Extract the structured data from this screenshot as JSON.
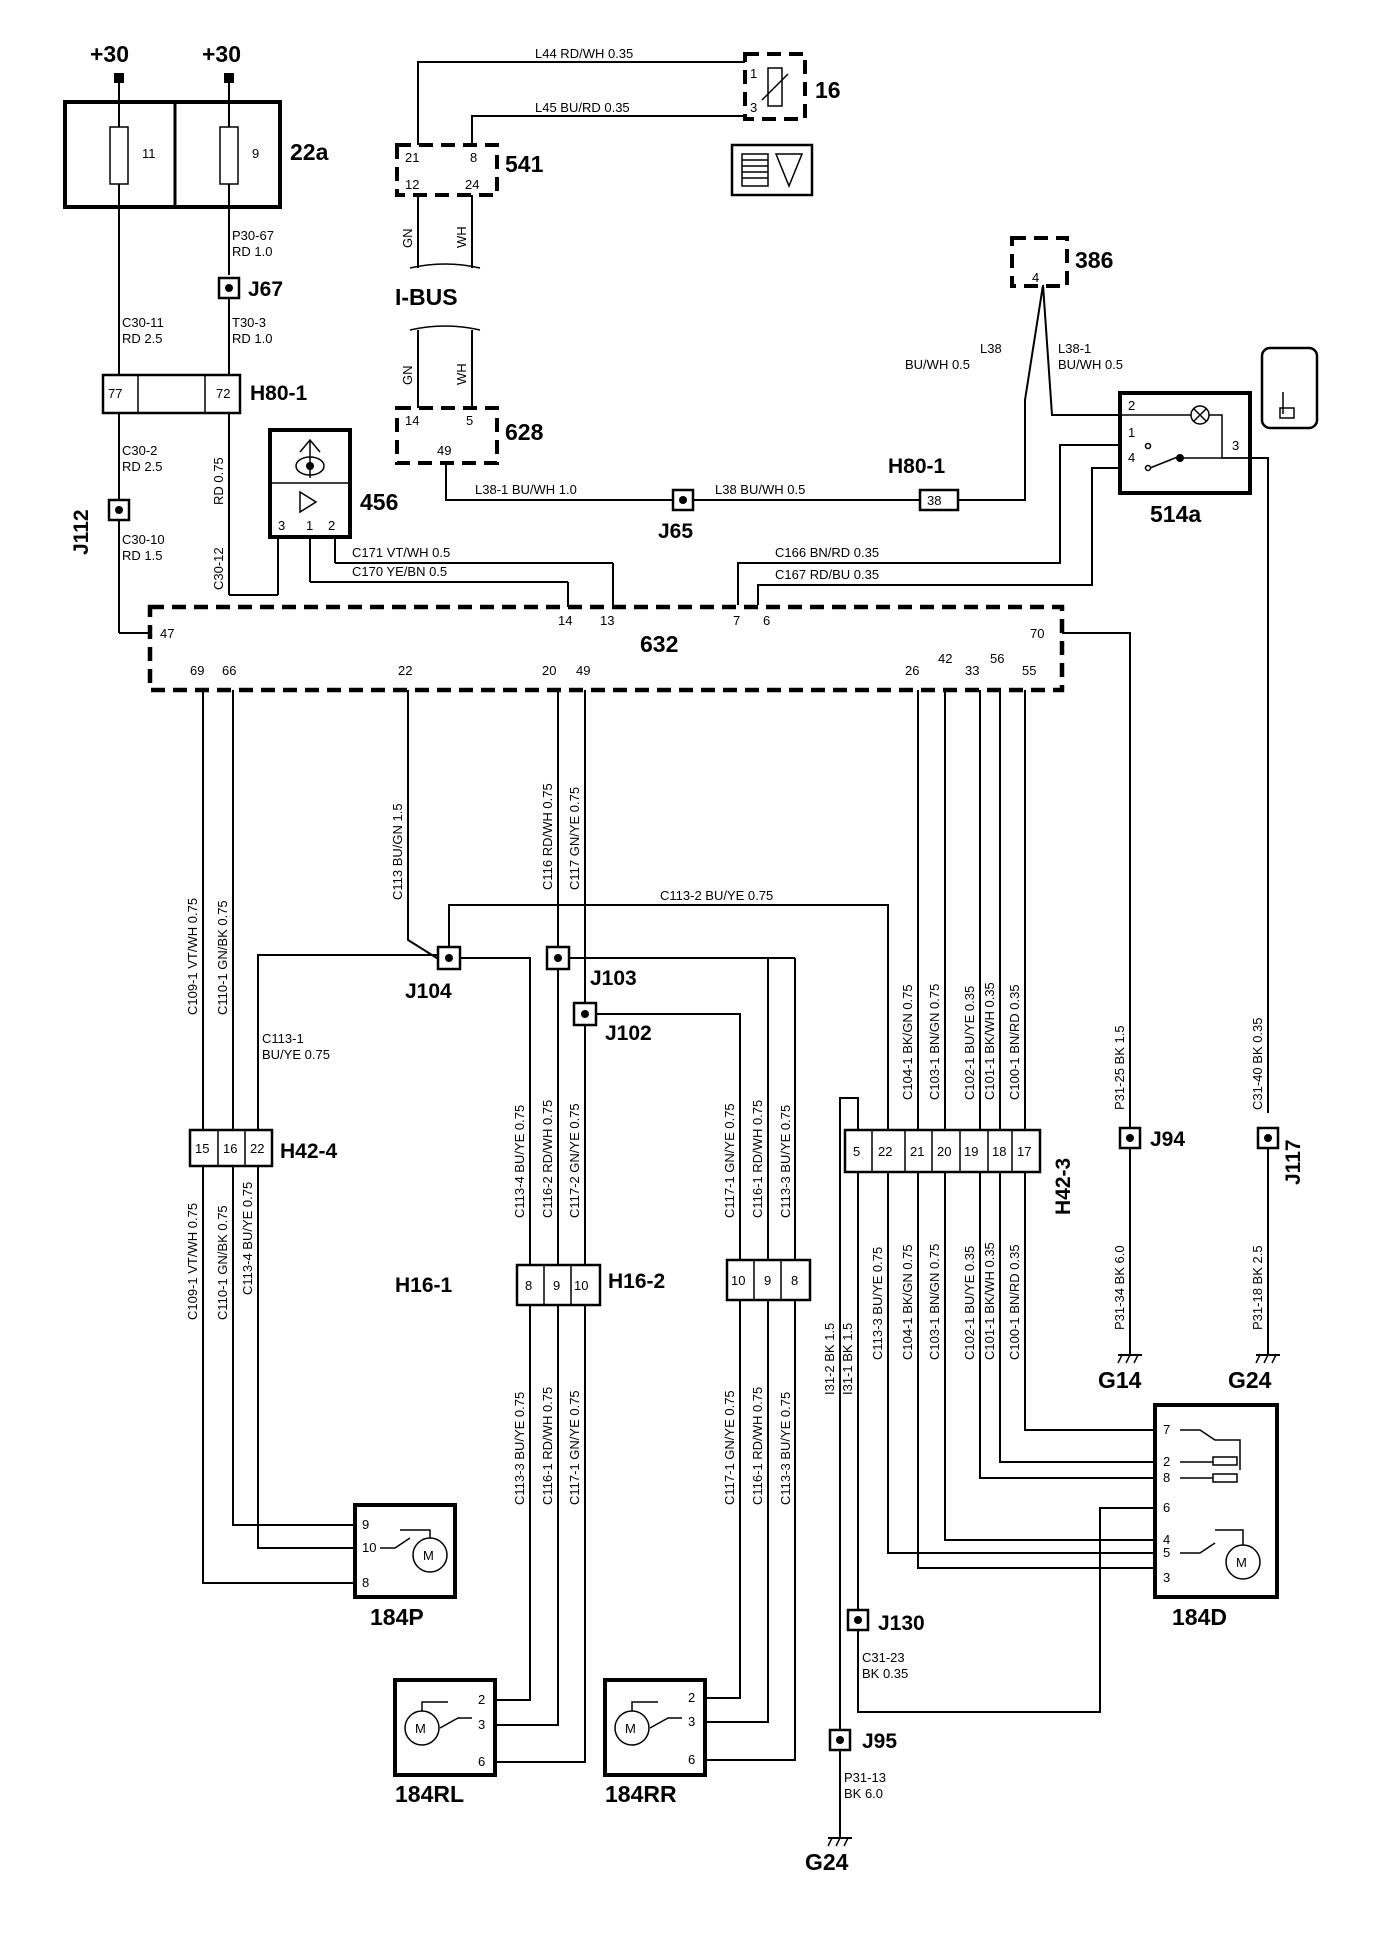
{
  "components": {
    "c22a": "22a",
    "c16": "16",
    "c541": "541",
    "c628": "628",
    "c386": "386",
    "c456": "456",
    "c514a": "514a",
    "c632": "632",
    "c184p": "184P",
    "c184rl": "184RL",
    "c184rr": "184RR",
    "c184d": "184D",
    "bus": "I-BUS",
    "plus30": "+30",
    "motor": "M"
  },
  "connectors": {
    "h80_1": "H80-1",
    "h42_4": "H42-4",
    "h42_3": "H42-3",
    "h16_1": "H16-1",
    "h16_2": "H16-2"
  },
  "junctions": {
    "j67": "J67",
    "j112": "J112",
    "j65": "J65",
    "j104": "J104",
    "j103": "J103",
    "j102": "J102",
    "j94": "J94",
    "j117": "J117",
    "j130": "J130",
    "j95": "J95"
  },
  "grounds": {
    "g14": "G14",
    "g24a": "G24",
    "g24b": "G24"
  },
  "pins": {
    "p11": "11",
    "p9": "9",
    "p77": "77",
    "p72": "72",
    "p1": "1",
    "p3": "3",
    "p21": "21",
    "p8": "8",
    "p12": "12",
    "p24": "24",
    "p14": "14",
    "p5": "5",
    "p49": "49",
    "p4": "4",
    "p38": "38",
    "p2": "2",
    "p6": "6",
    "p7": "7",
    "p13": "13",
    "p47": "47",
    "p69": "69",
    "p66": "66",
    "p22": "22",
    "p20": "20",
    "p26": "26",
    "p42": "42",
    "p33": "33",
    "p56": "56",
    "p55": "55",
    "p70": "70",
    "p15": "15",
    "p16": "16",
    "p19": "19",
    "p18": "18",
    "p17": "17",
    "p10": "10"
  },
  "wires": {
    "l44": "L44  RD/WH 0.35",
    "l45": "L45  BU/RD  0.35",
    "p3067": "P30-67",
    "rd10a": "RD 1.0",
    "c3011": "C30-11",
    "rd25a": "RD 2.5",
    "t303": "T30-3",
    "rd10b": "RD 1.0",
    "c302": "C30-2",
    "rd25b": "RD 2.5",
    "c3010": "C30-10",
    "rd15": "RD 1.5",
    "rd075": "RD 0.75",
    "c3012": "C30-12",
    "gn": "GN",
    "wh": "WH",
    "l38": "L38",
    "buwh05": "BU/WH 0.5",
    "l381": "L38-1",
    "l381w": "L38-1   BU/WH 1.0",
    "l38w": "L38   BU/WH 0.5",
    "c171": "C171    VT/WH 0.5",
    "c170": "C170    YE/BN  0.5",
    "c166": "C166    BN/RD  0.35",
    "c167": "C167    RD/BU  0.35",
    "c1092w": "C113-2    BU/YE  0.75",
    "c113v": "C113  BU/GN 1.5",
    "c116v": "C116  RD/WH 0.75",
    "c117v": "C117  GN/YE 0.75",
    "c1091": "C109-1   VT/WH 0.75",
    "c1101": "C110-1   GN/BK 0.75",
    "c1131": "C113-1",
    "buye075": "BU/YE  0.75",
    "c1134": "C113-4   BU/YE 0.75",
    "c1162": "C116-2   RD/WH 0.75",
    "c1172": "C117-2   GN/YE 0.75",
    "c1171": "C117-1   GN/YE 0.75",
    "c1161": "C116-1   RD/WH 0.75",
    "c1133": "C113-3   BU/YE 0.75",
    "c1041": "C104-1   BK/GN 0.75",
    "c1031": "C103-1   BN/GN 0.75",
    "c1021": "C102-1   BU/YE 0.35",
    "c1011": "C101-1   BK/WH 0.35",
    "c1001": "C100-1   BN/RD 0.35",
    "p3125": "P31-25   BK 1.5",
    "c3140": "C31-40   BK 0.35",
    "p3134": "P31-34   BK 6.0",
    "p3118": "P31-18   BK 2.5",
    "i312": "I31-2   BK 1.5",
    "i311": "I31-1   BK 1.5",
    "c3123": "C31-23",
    "bk035": "BK 0.35",
    "p3113": "P31-13",
    "bk60": "BK 6.0"
  }
}
